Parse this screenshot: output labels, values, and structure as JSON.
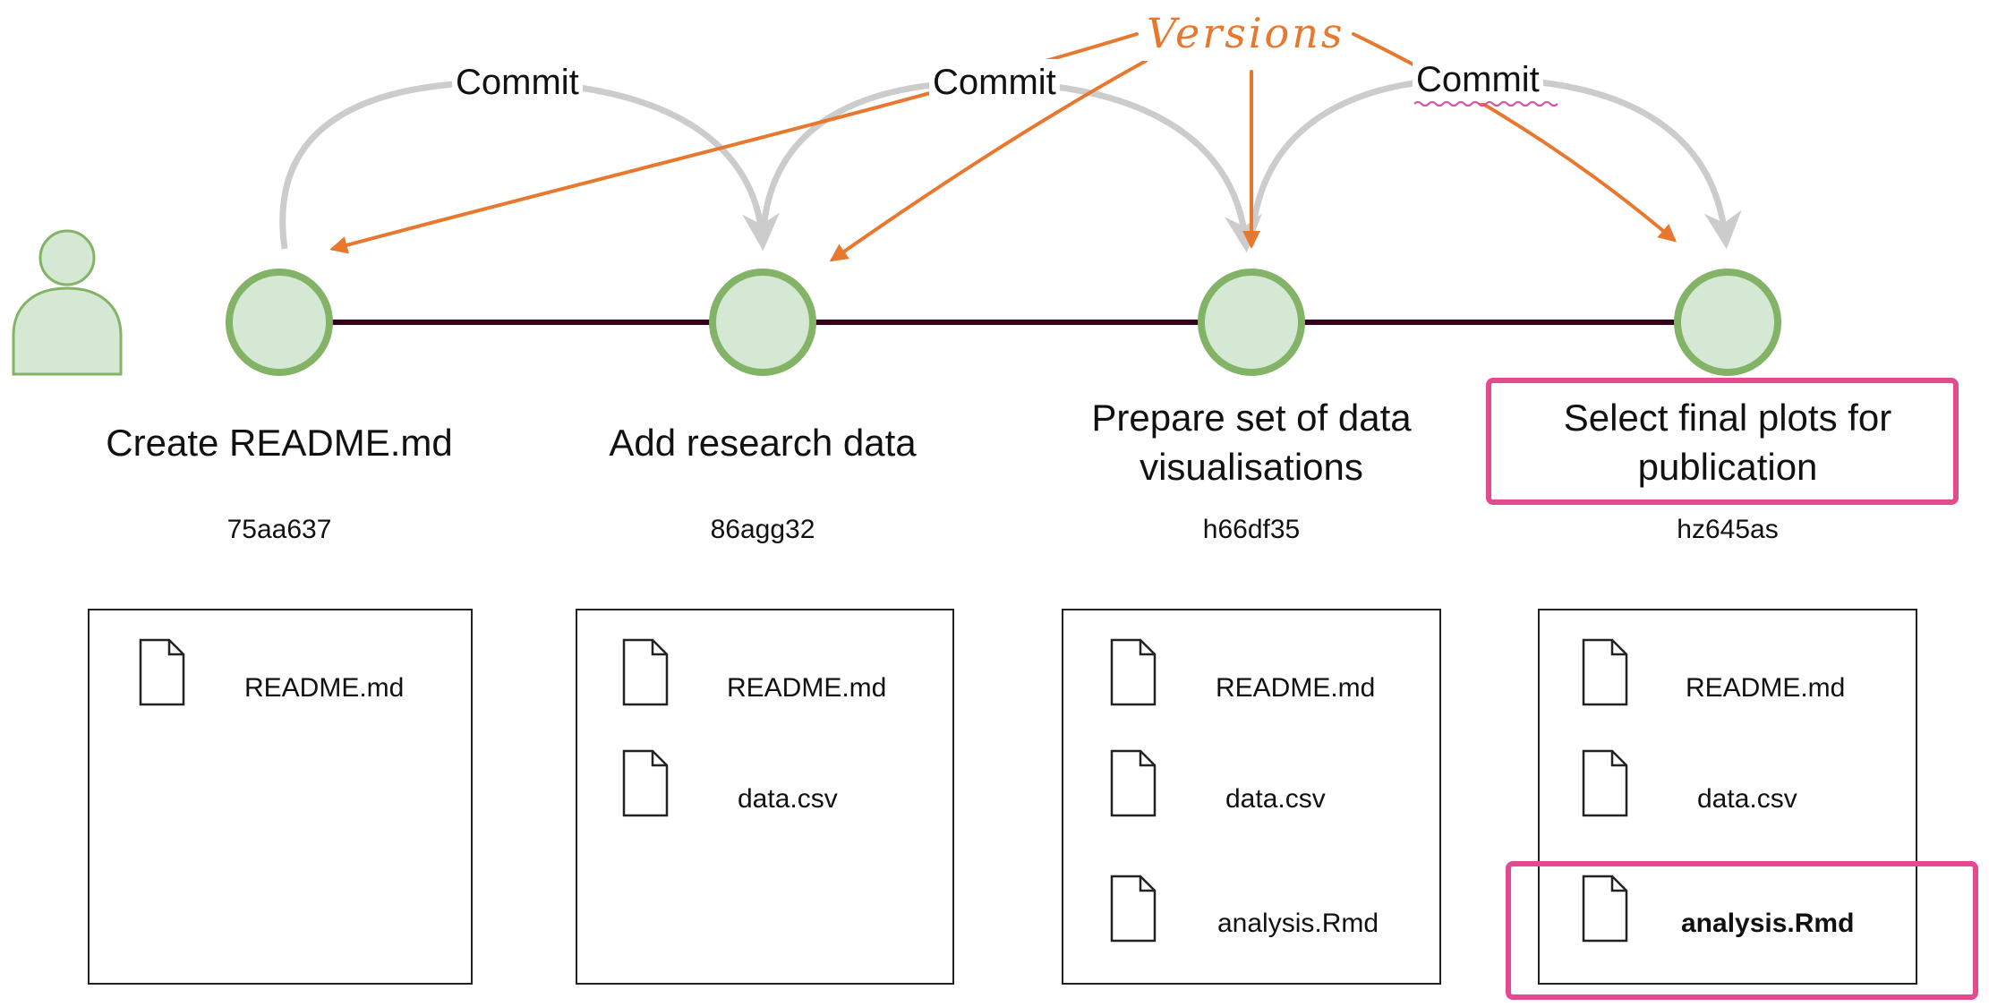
{
  "colors": {
    "node_fill": "#d5e8d4",
    "node_stroke": "#82b366",
    "timeline": "#33001a",
    "commit_arrow": "#cccccc",
    "versions_arrow": "#E8782E",
    "highlight": "#E44A8E",
    "text": "#111111"
  },
  "icons": {
    "user": "user-icon",
    "file": "file-icon"
  },
  "commit_label": "Commit",
  "versions_label": "Versions",
  "commits": [
    {
      "message": "Create README.md",
      "hash": "75aa637",
      "files": [
        "README.md"
      ],
      "highlighted": false
    },
    {
      "message": "Add research data",
      "hash": "86agg32",
      "files": [
        "README.md",
        "data.csv"
      ],
      "highlighted": false
    },
    {
      "message": "Prepare set of data visualisations",
      "hash": "h66df35",
      "files": [
        "README.md",
        "data.csv",
        "analysis.Rmd"
      ],
      "highlighted": false
    },
    {
      "message": "Select final plots for publication",
      "hash": "hz645as",
      "files": [
        "README.md",
        "data.csv",
        "analysis.Rmd"
      ],
      "highlighted": true,
      "bold_file": "analysis.Rmd"
    }
  ]
}
